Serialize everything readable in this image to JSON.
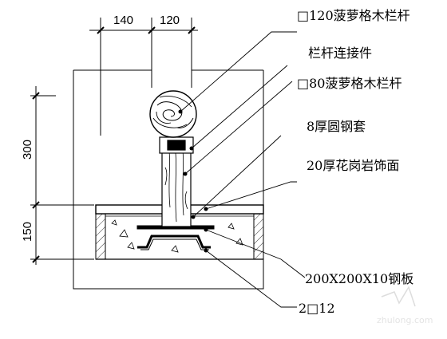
{
  "dimensions": {
    "top_left": "140",
    "top_right": "120",
    "left_upper": "300",
    "left_lower": "150"
  },
  "labels": {
    "rail_120": "□120菠萝格木栏杆",
    "connector": "栏杆连接件",
    "rail_80": "□80菠萝格木栏杆",
    "steel_sleeve": "8厚圆钢套",
    "granite_finish": "20厚花岗岩饰面",
    "steel_plate": "200X200X10钢板",
    "rebar": "2□12"
  },
  "watermark": "zhulong.com"
}
